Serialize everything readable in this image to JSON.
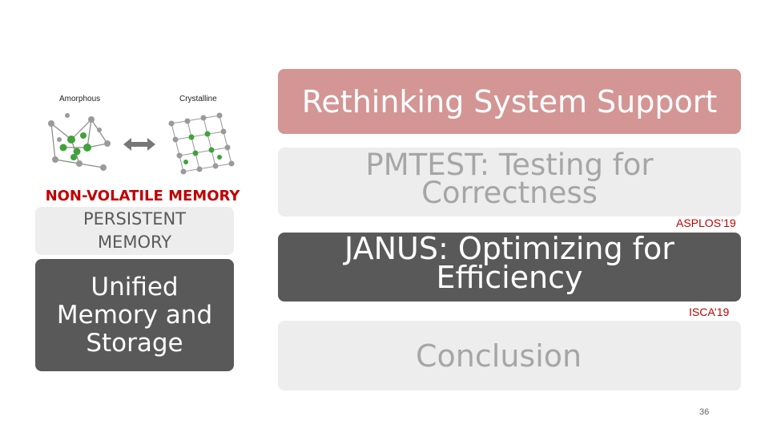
{
  "slide": {
    "figure": {
      "amorphous_label": "Amorphous",
      "crystalline_label": "Crystalline"
    },
    "nvm_heading": "NON-VOLATILE MEMORY",
    "persistent_memory": "PERSISTENT MEMORY",
    "unified": "Unified Memory and Storage",
    "outline": [
      {
        "label": "Rethinking System Support",
        "state": "active"
      },
      {
        "label": "PMTEST: Testing for Correctness",
        "state": "inactive"
      },
      {
        "label": "JANUS: Optimizing for Efficiency",
        "state": "current"
      },
      {
        "label": "Conclusion",
        "state": "inactive"
      }
    ],
    "venues": {
      "pmtest": "ASPLOS’19",
      "janus": "ISCA’19"
    },
    "page_number": "36"
  },
  "colors": {
    "active_bg": "#d39695",
    "inactive_bg": "#ededed",
    "current_bg": "#595959",
    "nvm_red": "#c00000",
    "persistent_bg": "#ededed",
    "unified_bg": "#595959"
  }
}
